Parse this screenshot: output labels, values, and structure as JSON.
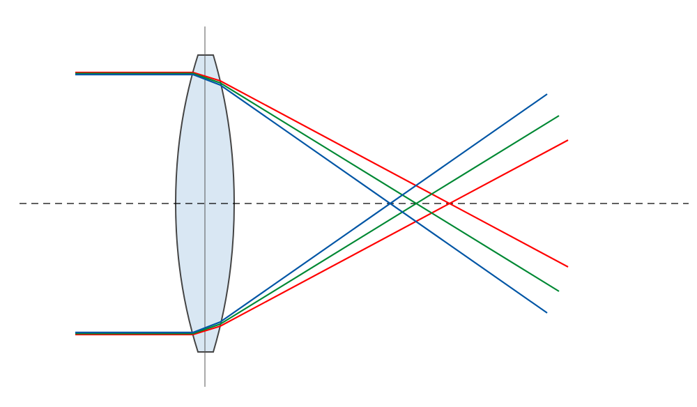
{
  "diagram": {
    "subject": "chromatic-aberration",
    "colors": {
      "lens_fill": "#d9e7f3",
      "lens_stroke": "#444444",
      "axis": "#000000",
      "red": "#ff0000",
      "green": "#008833",
      "blue": "#0055a5"
    },
    "rays": [
      {
        "name": "red",
        "color": "#ff0000"
      },
      {
        "name": "green",
        "color": "#008833"
      },
      {
        "name": "blue",
        "color": "#0055a5"
      }
    ]
  }
}
